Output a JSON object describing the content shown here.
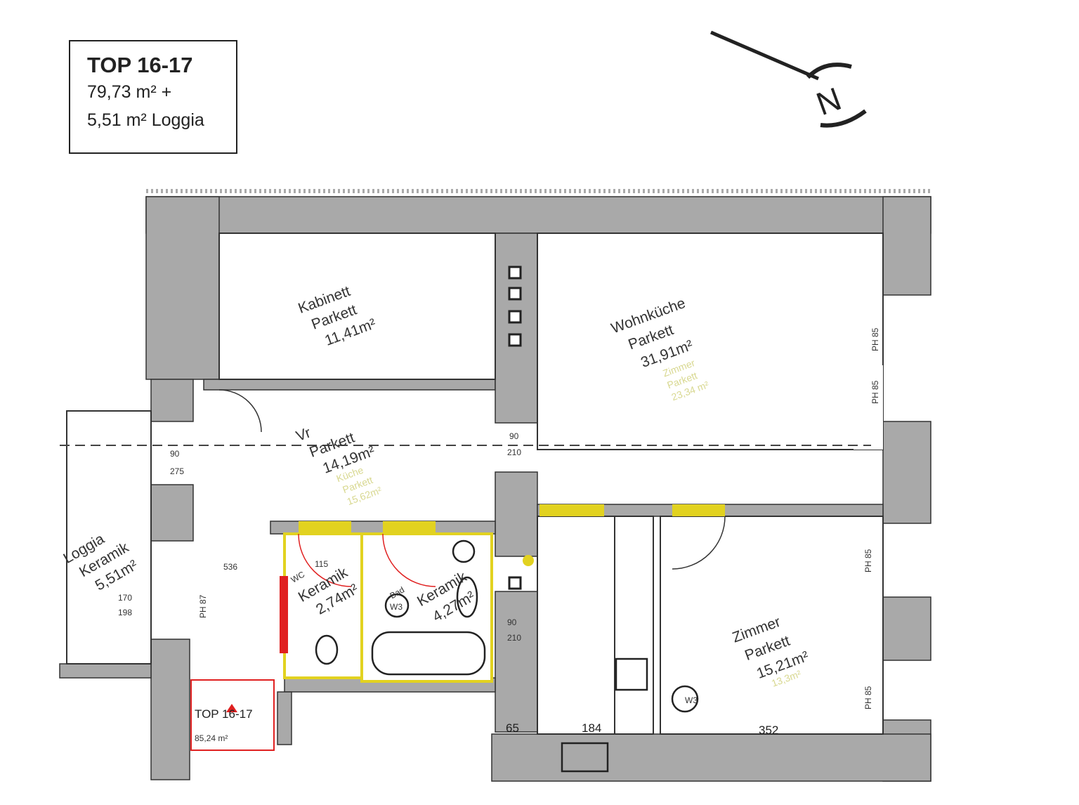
{
  "title_box": {
    "title": "TOP 16-17",
    "area": "79,73 m² +",
    "loggia": "5,51 m² Loggia"
  },
  "compass": {
    "letter": "N"
  },
  "rooms": {
    "kabinett": {
      "name": "Kabinett",
      "floor": "Parkett",
      "area": "11,41m²"
    },
    "wohnkueche": {
      "name": "Wohnküche",
      "floor": "Parkett",
      "area": "31,91m²",
      "old_name": "Zimmer",
      "old_floor": "Parkett",
      "old_area": "23,34 m²"
    },
    "vorraum": {
      "name": "Vr",
      "floor": "Parkett",
      "area": "14,19m²",
      "old_name": "Küche",
      "old_floor": "Parkett",
      "old_area": "15,62m²"
    },
    "loggia": {
      "name": "Loggia",
      "floor": "Keramik",
      "area": "5,51m²"
    },
    "wc": {
      "name": "WC",
      "floor": "Keramik",
      "area": "2,74m²"
    },
    "bad": {
      "name": "Bad",
      "floor": "Keramik",
      "area": "4,27m²"
    },
    "zimmer": {
      "name": "Zimmer",
      "floor": "Parkett",
      "area": "15,21m²",
      "old_area": "13,3m²"
    }
  },
  "dimensions": {
    "d65": "65",
    "d184": "184",
    "d352": "352",
    "d90": "90",
    "d210": "210",
    "d275": "275",
    "d536": "536",
    "ph85": "PH 85",
    "ph87": "PH 87",
    "w3": "W3",
    "d170": "170",
    "d198": "198",
    "d115": "115"
  },
  "entrance": {
    "label": "TOP 16-17",
    "sub": "85,24 m²"
  },
  "colors": {
    "wall": "#a9a9a9",
    "door_yellow": "#e2d220",
    "door_red": "#e02020",
    "hint": "#d8d890"
  }
}
